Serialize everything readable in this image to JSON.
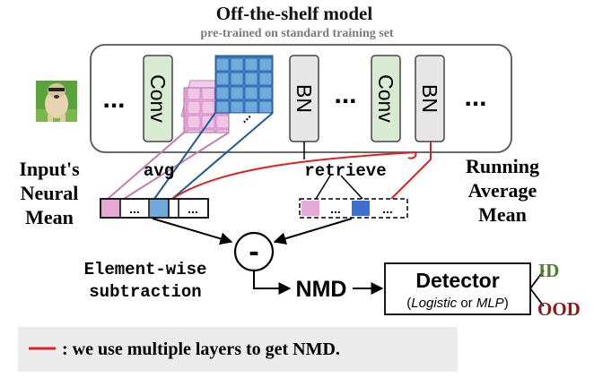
{
  "title": "Off-the-shelf model",
  "subtitle": "pre-trained on standard training set",
  "layers": {
    "ellipsis": "...",
    "conv": "Conv",
    "bn": "BN"
  },
  "labels": {
    "input_mean_line1": "Input's",
    "input_mean_line2": "Neural",
    "input_mean_line3": "Mean",
    "avg": "avg",
    "retrieve": "retrieve",
    "running_line1": "Running",
    "running_line2": "Average",
    "running_line3": "Mean",
    "subtract_symbol": "-",
    "elementwise_line1": "Element-wise",
    "elementwise_line2": "subtraction",
    "nmd": "NMD",
    "vector_dots": "..."
  },
  "detector": {
    "title": "Detector",
    "open_paren": "(",
    "option1": "Logistic",
    "or": " or ",
    "option2": "MLP",
    "close_paren": ")",
    "outputs": [
      "ID",
      "OOD"
    ]
  },
  "legend": {
    "text": ": we use multiple layers to get NMD."
  },
  "colors": {
    "conv_fill": "#d9ead3",
    "bn_fill": "#e6e6e6",
    "feature_pink": "#e6a8d6",
    "feature_blue": "#6fa8dc",
    "red_line": "#e02020",
    "id_green": "#4a7d2a",
    "ood_red": "#8b1a1a",
    "legend_bg": "#ebebeb"
  }
}
